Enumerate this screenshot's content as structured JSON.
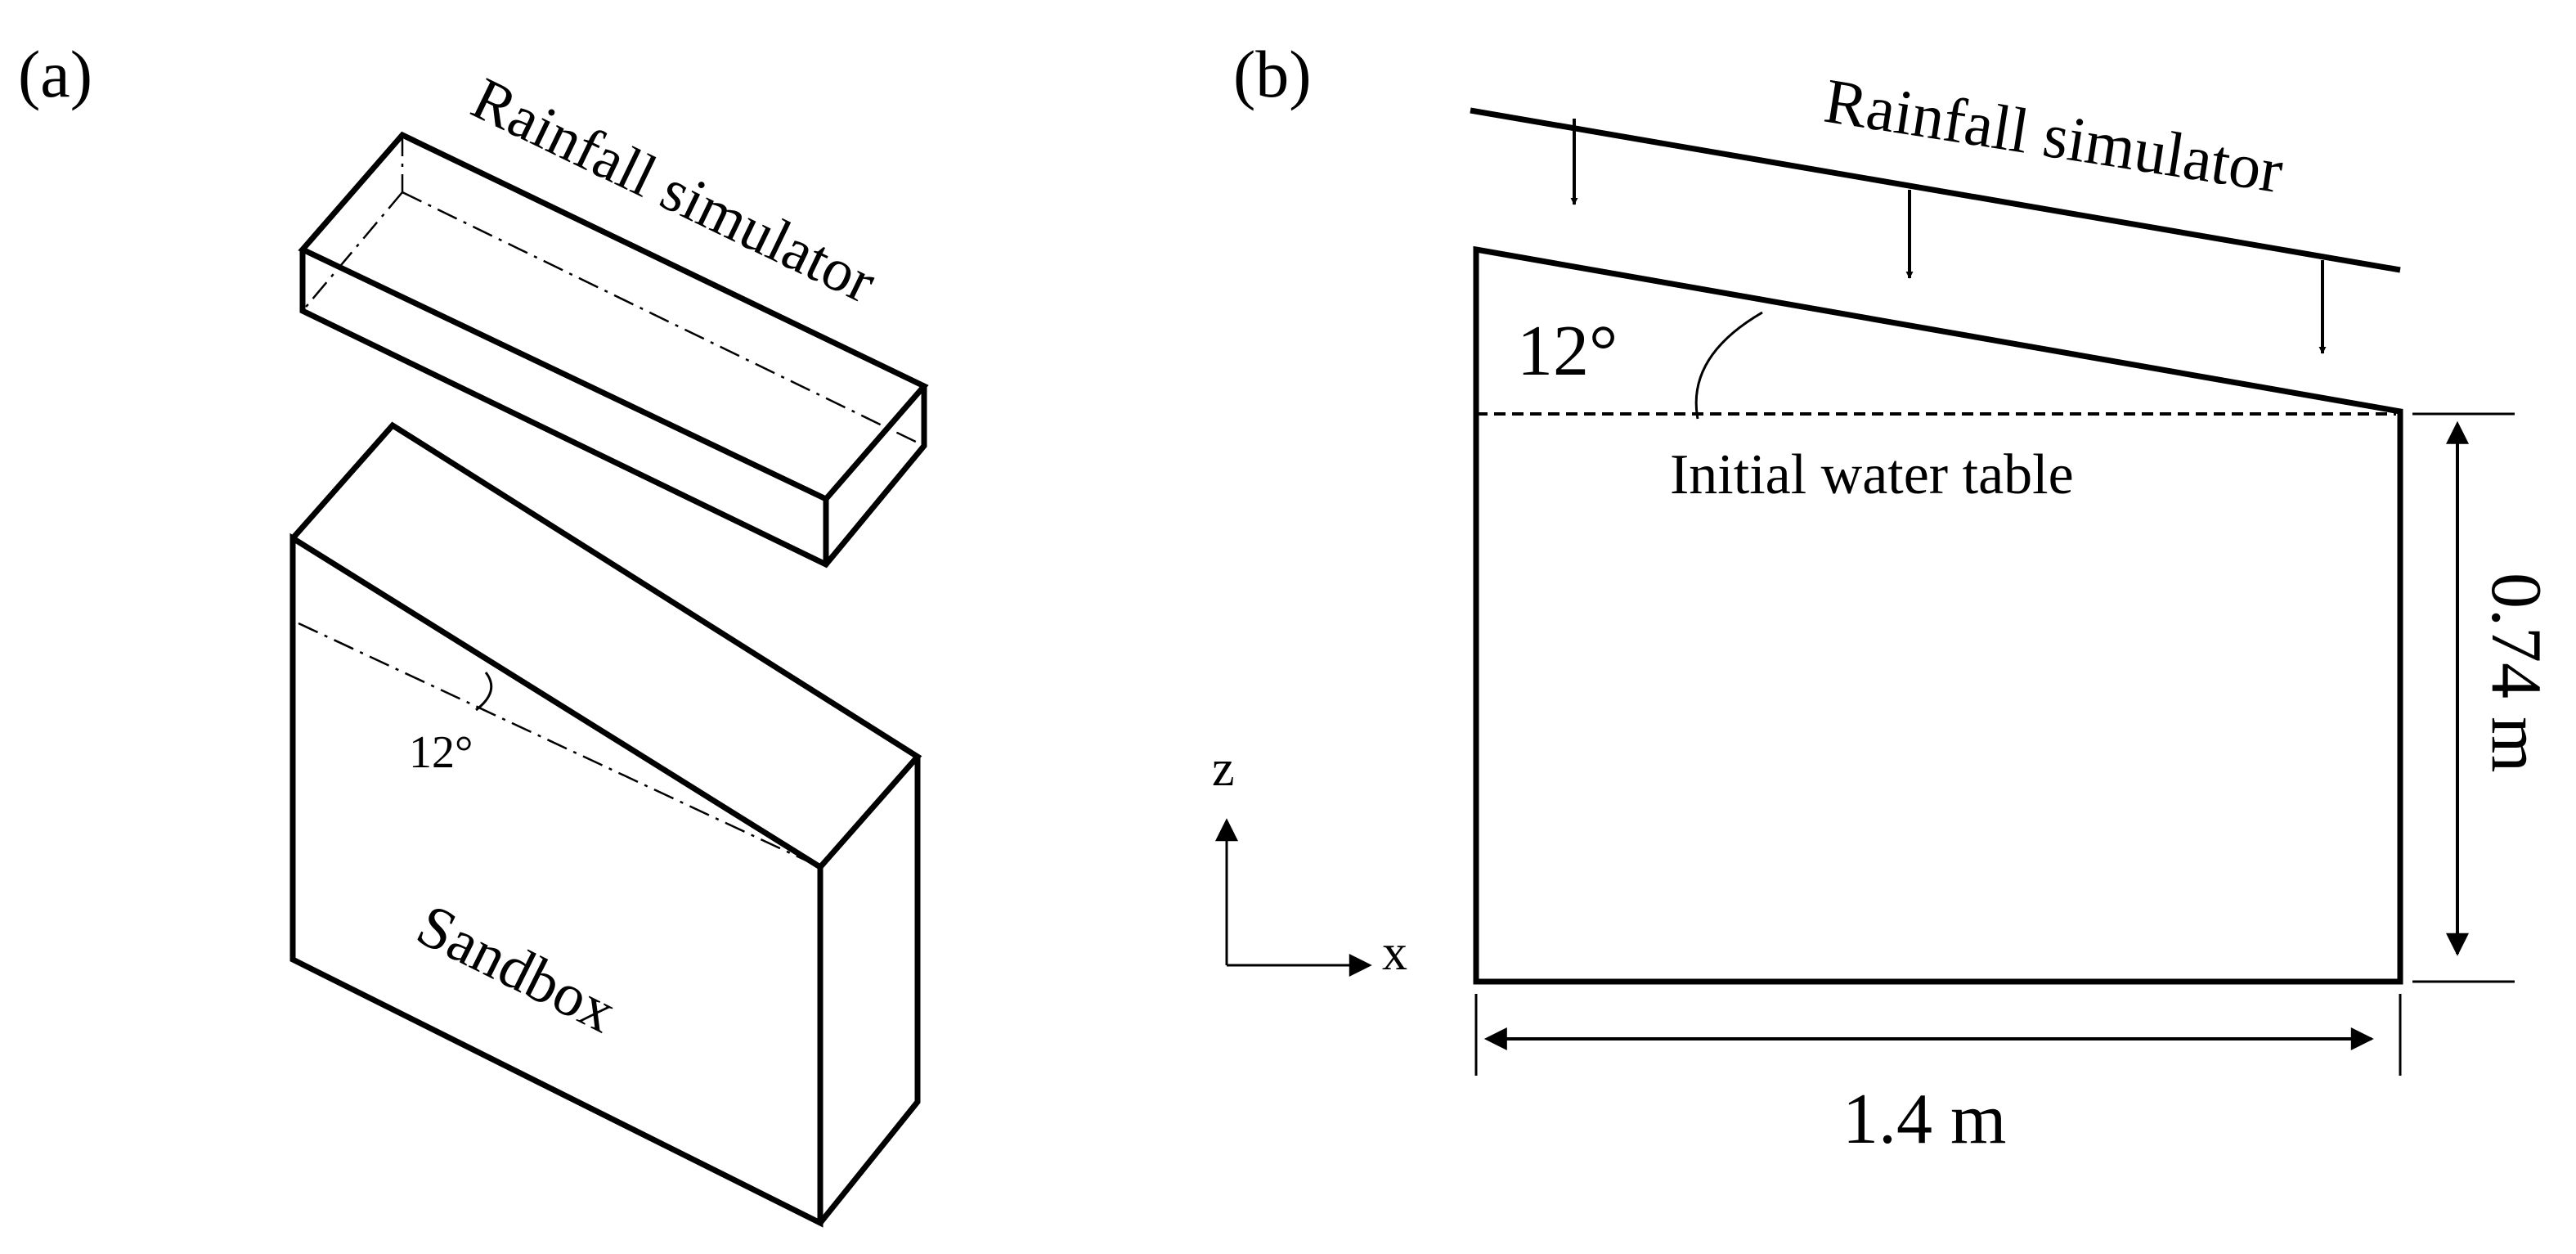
{
  "panel_a": {
    "label": "(a)",
    "simulator_label": "Rainfall simulator",
    "angle_label": "12°",
    "sandbox_label": "Sandbox"
  },
  "panel_b": {
    "label": "(b)",
    "simulator_label": "Rainfall simulator",
    "angle_label": "12°",
    "water_table_label": "Initial water table",
    "axis_z": "z",
    "axis_x": "x",
    "height_label": "0.74 m",
    "width_label": "1.4 m"
  }
}
